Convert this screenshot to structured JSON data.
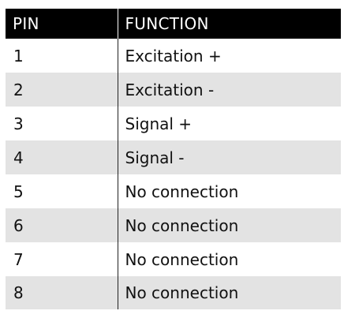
{
  "table": {
    "headers": {
      "pin": "PIN",
      "function": "FUNCTION"
    },
    "rows": [
      {
        "pin": "1",
        "function": "Excitation +"
      },
      {
        "pin": "2",
        "function": "Excitation -"
      },
      {
        "pin": "3",
        "function": "Signal +"
      },
      {
        "pin": "4",
        "function": "Signal -"
      },
      {
        "pin": "5",
        "function": "No connection"
      },
      {
        "pin": "6",
        "function": "No connection"
      },
      {
        "pin": "7",
        "function": "No connection"
      },
      {
        "pin": "8",
        "function": "No connection"
      }
    ]
  },
  "colors": {
    "header_bg": "#000000",
    "header_text": "#ffffff",
    "stripe": "#e3e3e3"
  }
}
